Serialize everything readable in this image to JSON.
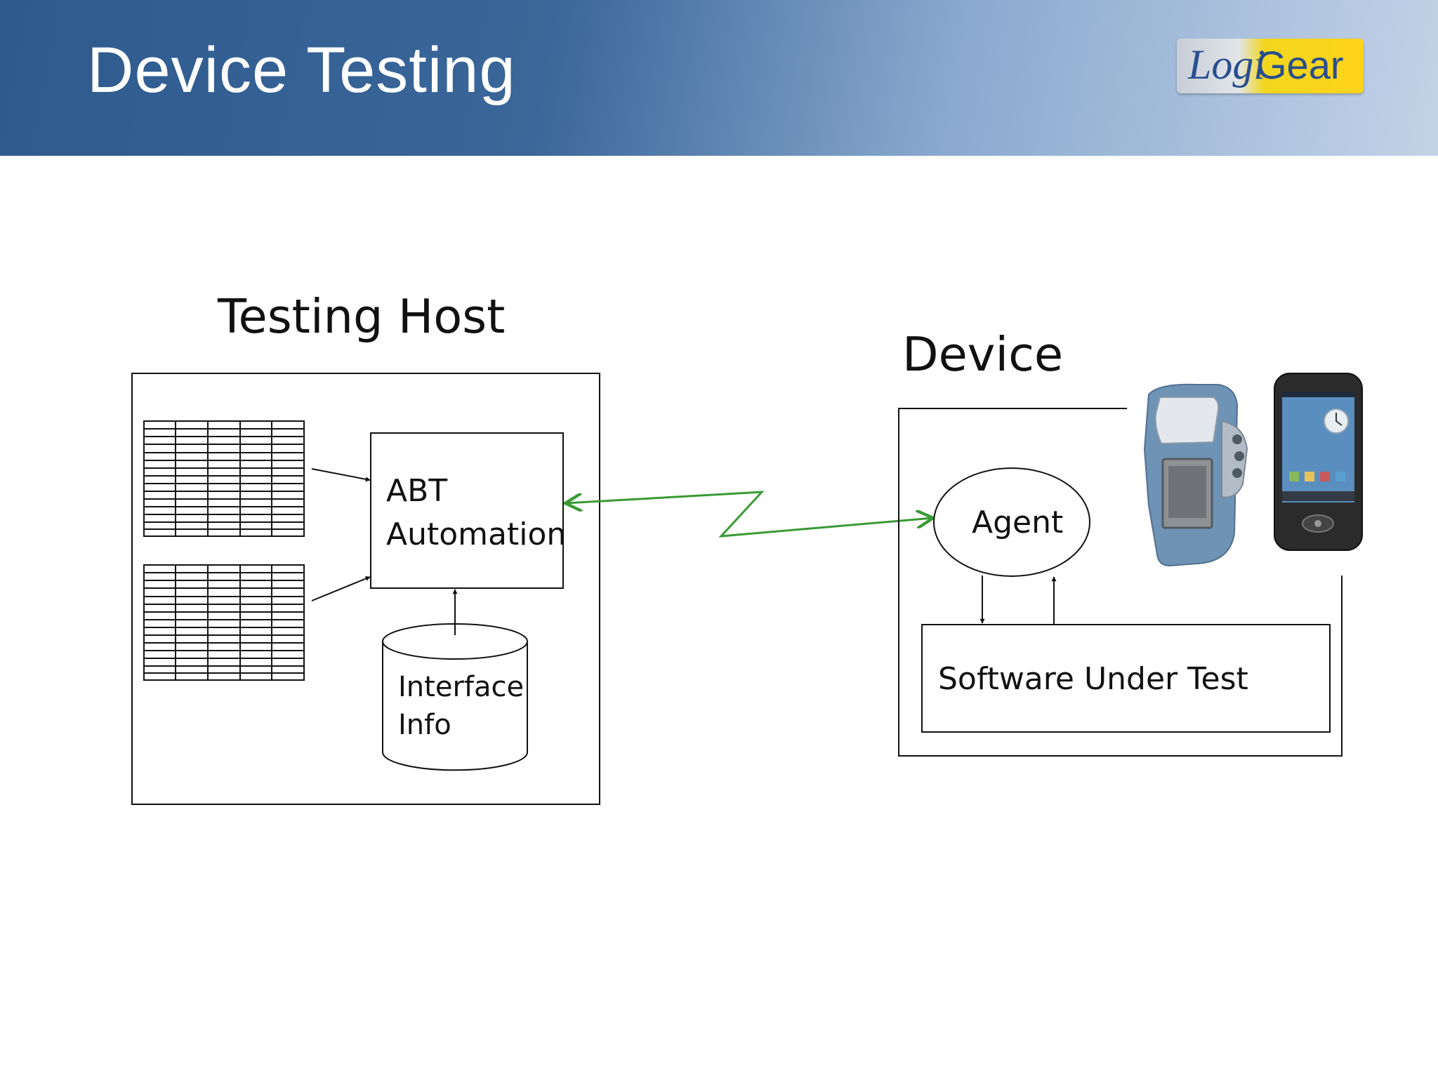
{
  "slide": {
    "title": "Device Testing"
  },
  "logo": {
    "part1": "Logi",
    "part2": "Gear"
  },
  "diagram": {
    "host_label": "Testing Host",
    "device_label": "Device",
    "abt_line1": "ABT",
    "abt_line2": "Automation",
    "interface_line1": "Interface",
    "interface_line2": "Info",
    "agent": "Agent",
    "sut": "Software Under Test"
  },
  "colors": {
    "header_dark": "#2e5a8e",
    "header_light": "#c3d3e7",
    "link": "#3a9a35",
    "logo_blue": "#2a4e8e",
    "logo_yellow": "#ffd31c"
  }
}
